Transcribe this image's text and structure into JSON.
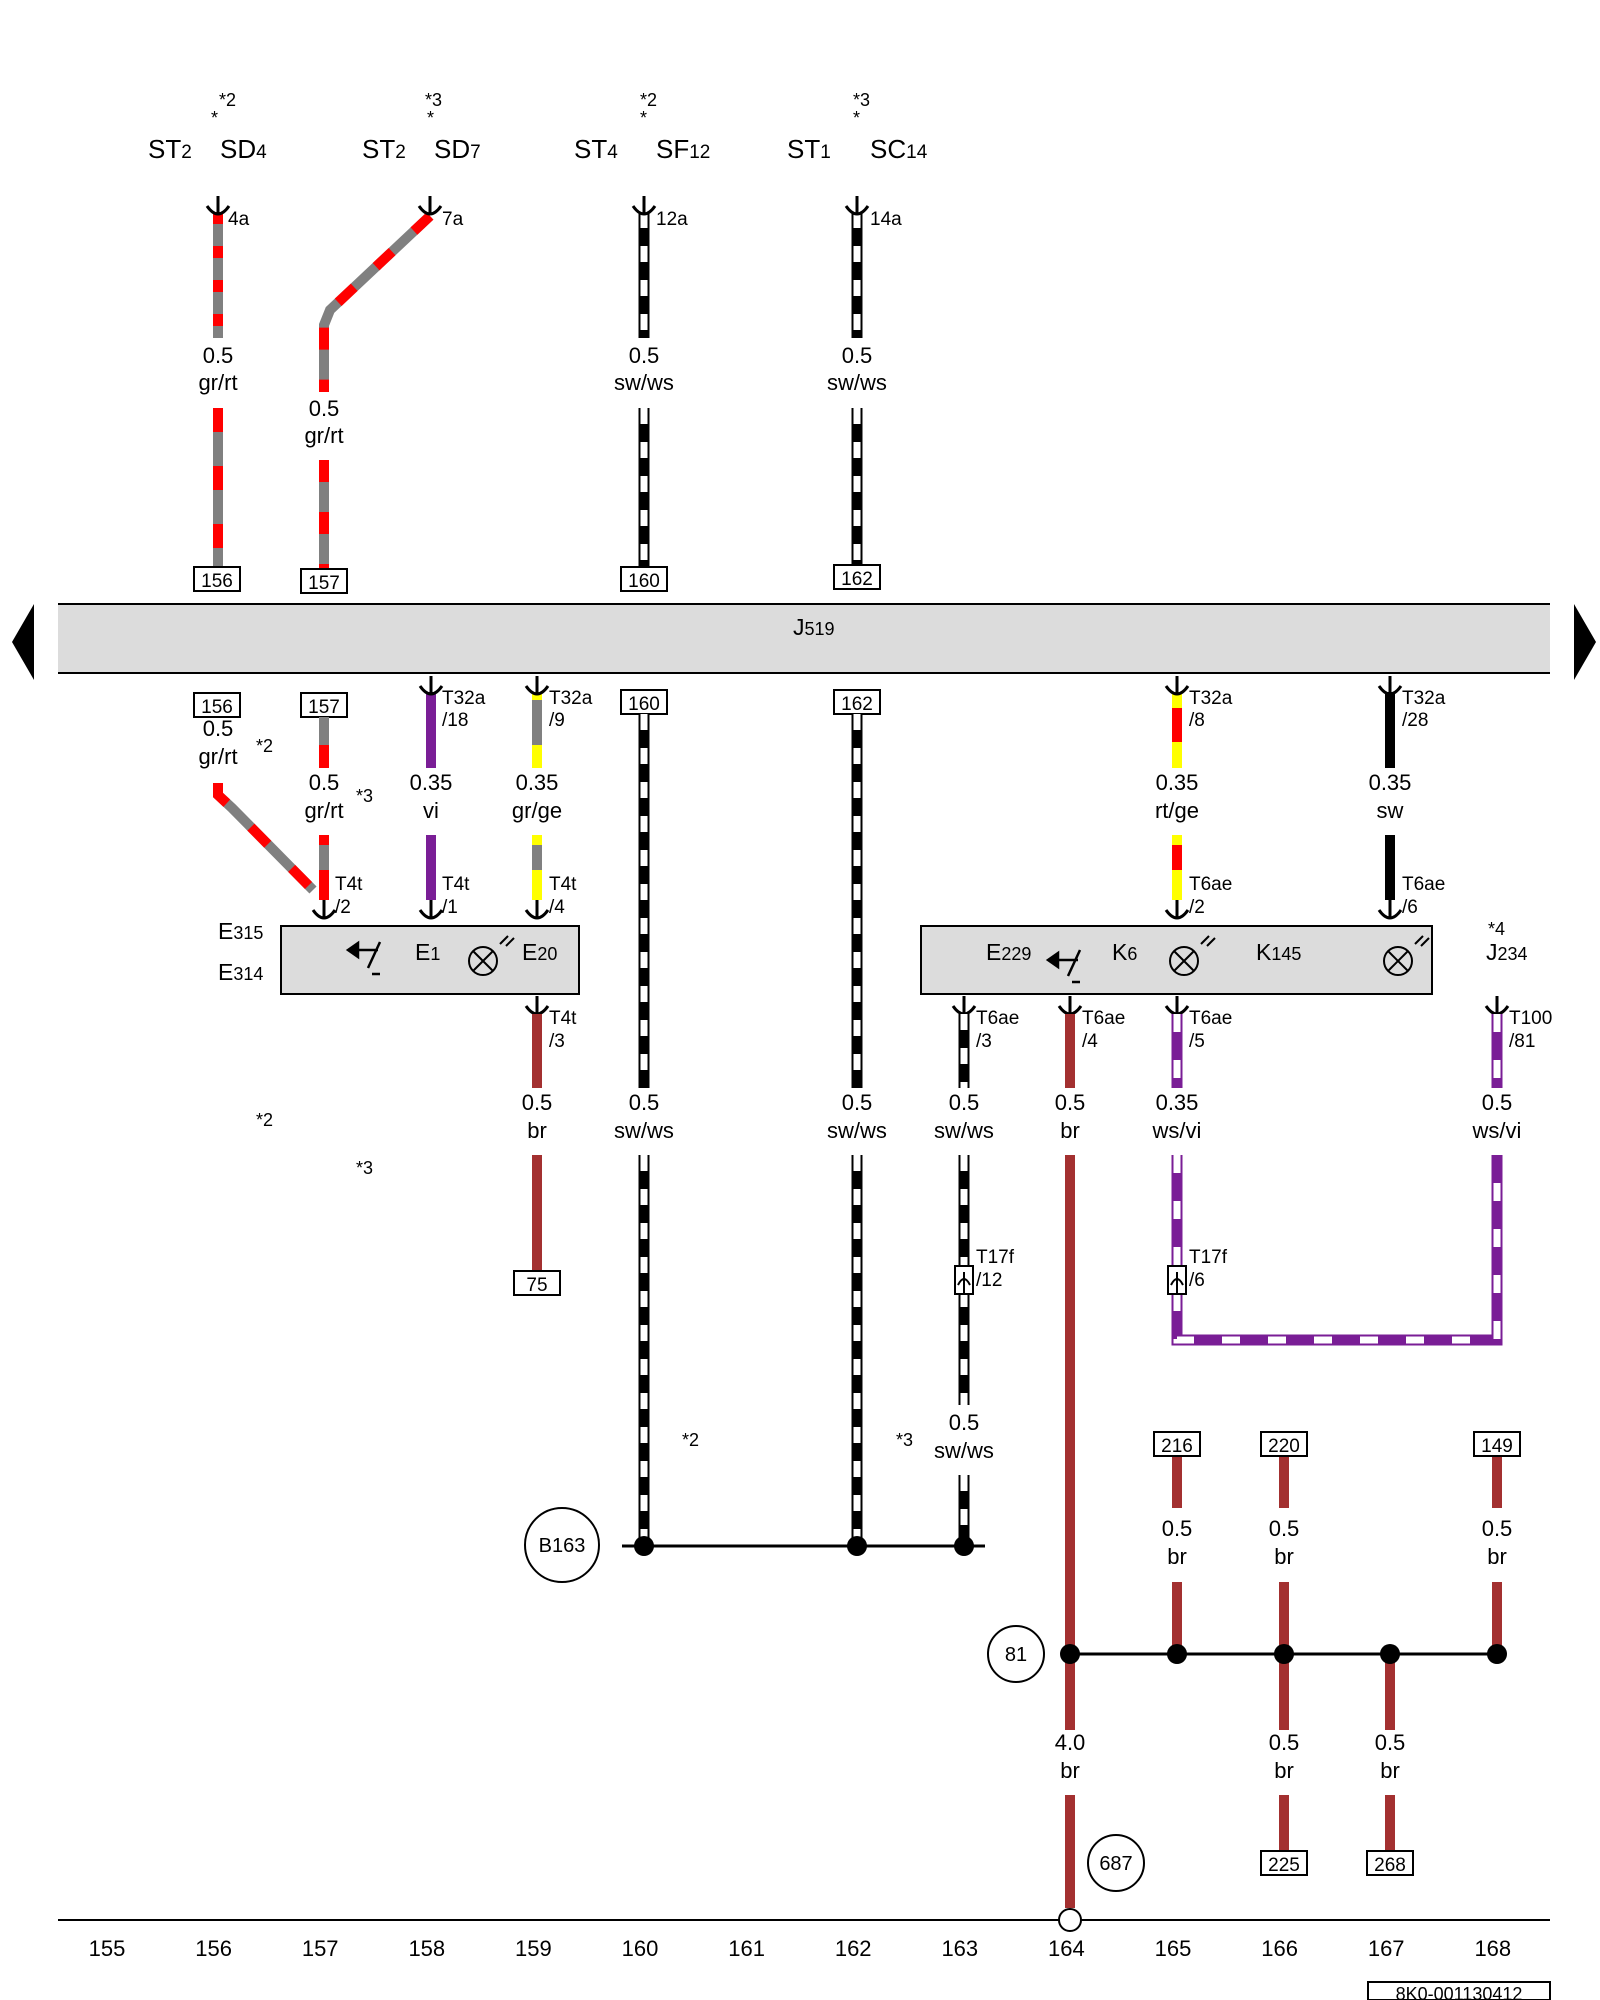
{
  "top_components": [
    {
      "note": "*2",
      "a": "ST",
      "a_sub": "2",
      "b": "SD",
      "b_sub": "4",
      "pin": "4a",
      "size": "0.5",
      "color": "gr/rt",
      "ref": "156"
    },
    {
      "note": "*3",
      "a": "ST",
      "a_sub": "2",
      "b": "SD",
      "b_sub": "7",
      "pin": "7a",
      "size": "0.5",
      "color": "gr/rt",
      "ref": "157"
    },
    {
      "note": "*2",
      "a": "ST",
      "a_sub": "4",
      "b": "SF",
      "b_sub": "12",
      "pin": "12a",
      "size": "0.5",
      "color": "sw/ws",
      "ref": "160"
    },
    {
      "note": "*3",
      "a": "ST",
      "a_sub": "1",
      "b": "SC",
      "b_sub": "14",
      "pin": "14a",
      "size": "0.5",
      "color": "sw/ws",
      "ref": "162"
    }
  ],
  "control_unit": {
    "label": "J",
    "sub": "519"
  },
  "lower_refs": [
    "156",
    "157",
    "160",
    "162"
  ],
  "lower_wires": [
    {
      "size": "0.5",
      "color": "gr/rt"
    },
    {
      "size": "0.5",
      "color": "gr/rt"
    },
    {
      "size": "0.35",
      "color": "vi"
    },
    {
      "size": "0.35",
      "color": "gr/ge"
    },
    {
      "size": "0.35",
      "color": "rt/ge"
    },
    {
      "size": "0.35",
      "color": "sw"
    }
  ],
  "connectors_top": [
    {
      "name": "T32a",
      "pin": "/18"
    },
    {
      "name": "T32a",
      "pin": "/9"
    },
    {
      "name": "T32a",
      "pin": "/8"
    },
    {
      "name": "T32a",
      "pin": "/28"
    }
  ],
  "notes": {
    "n2": "*2",
    "n3": "*3",
    "n4": "*4"
  },
  "left_module": {
    "e315": "E",
    "e315_sub": "315",
    "e314": "E",
    "e314_sub": "314",
    "e1": "E",
    "e1_sub": "1",
    "e20": "E",
    "e20_sub": "20",
    "pins": [
      {
        "name": "T4t",
        "pin": "/2"
      },
      {
        "name": "T4t",
        "pin": "/1"
      },
      {
        "name": "T4t",
        "pin": "/4"
      },
      {
        "name": "T4t",
        "pin": "/3"
      }
    ]
  },
  "right_module": {
    "e229": "E",
    "e229_sub": "229",
    "k6": "K",
    "k6_sub": "6",
    "k145": "K",
    "k145_sub": "145",
    "pins": [
      {
        "name": "T6ae",
        "pin": "/2"
      },
      {
        "name": "T6ae",
        "pin": "/6"
      },
      {
        "name": "T6ae",
        "pin": "/3"
      },
      {
        "name": "T6ae",
        "pin": "/4"
      },
      {
        "name": "T6ae",
        "pin": "/5"
      }
    ]
  },
  "j234": {
    "label": "J",
    "sub": "234",
    "pin_name": "T100",
    "pin": "/81"
  },
  "bottom_wires": [
    {
      "size": "0.5",
      "color": "br",
      "ref": "75"
    },
    {
      "size": "0.5",
      "color": "sw/ws"
    },
    {
      "size": "0.5",
      "color": "sw/ws"
    },
    {
      "size": "0.5",
      "color": "sw/ws"
    },
    {
      "size": "0.5",
      "color": "br"
    },
    {
      "size": "0.35",
      "color": "ws/vi"
    },
    {
      "size": "0.5",
      "color": "ws/vi"
    }
  ],
  "t17f": [
    {
      "name": "T17f",
      "pin": "/12"
    },
    {
      "name": "T17f",
      "pin": "/6"
    }
  ],
  "sw_after": {
    "size": "0.5",
    "color": "sw/ws"
  },
  "ground_b163": "B163",
  "ground_81": "81",
  "ground_687": "687",
  "brown_branches": [
    {
      "ref": "216",
      "size": "0.5",
      "color": "br"
    },
    {
      "ref": "220",
      "size": "0.5",
      "color": "br"
    },
    {
      "ref": "149",
      "size": "0.5",
      "color": "br"
    }
  ],
  "brown_bottom": [
    {
      "size": "4.0",
      "color": "br"
    },
    {
      "size": "0.5",
      "color": "br",
      "ref": "225"
    },
    {
      "size": "0.5",
      "color": "br",
      "ref": "268"
    }
  ],
  "tracks": [
    "155",
    "156",
    "157",
    "158",
    "159",
    "160",
    "161",
    "162",
    "163",
    "164",
    "165",
    "166",
    "167",
    "168"
  ],
  "doc_id": "8K0-001130412",
  "colors": {
    "gray": "#808080",
    "red": "#ff0000",
    "black": "#000000",
    "white": "#ffffff",
    "yellow": "#ffff00",
    "violet": "#7a1e96",
    "brown": "#a33030",
    "panel": "#dcdcdc"
  }
}
